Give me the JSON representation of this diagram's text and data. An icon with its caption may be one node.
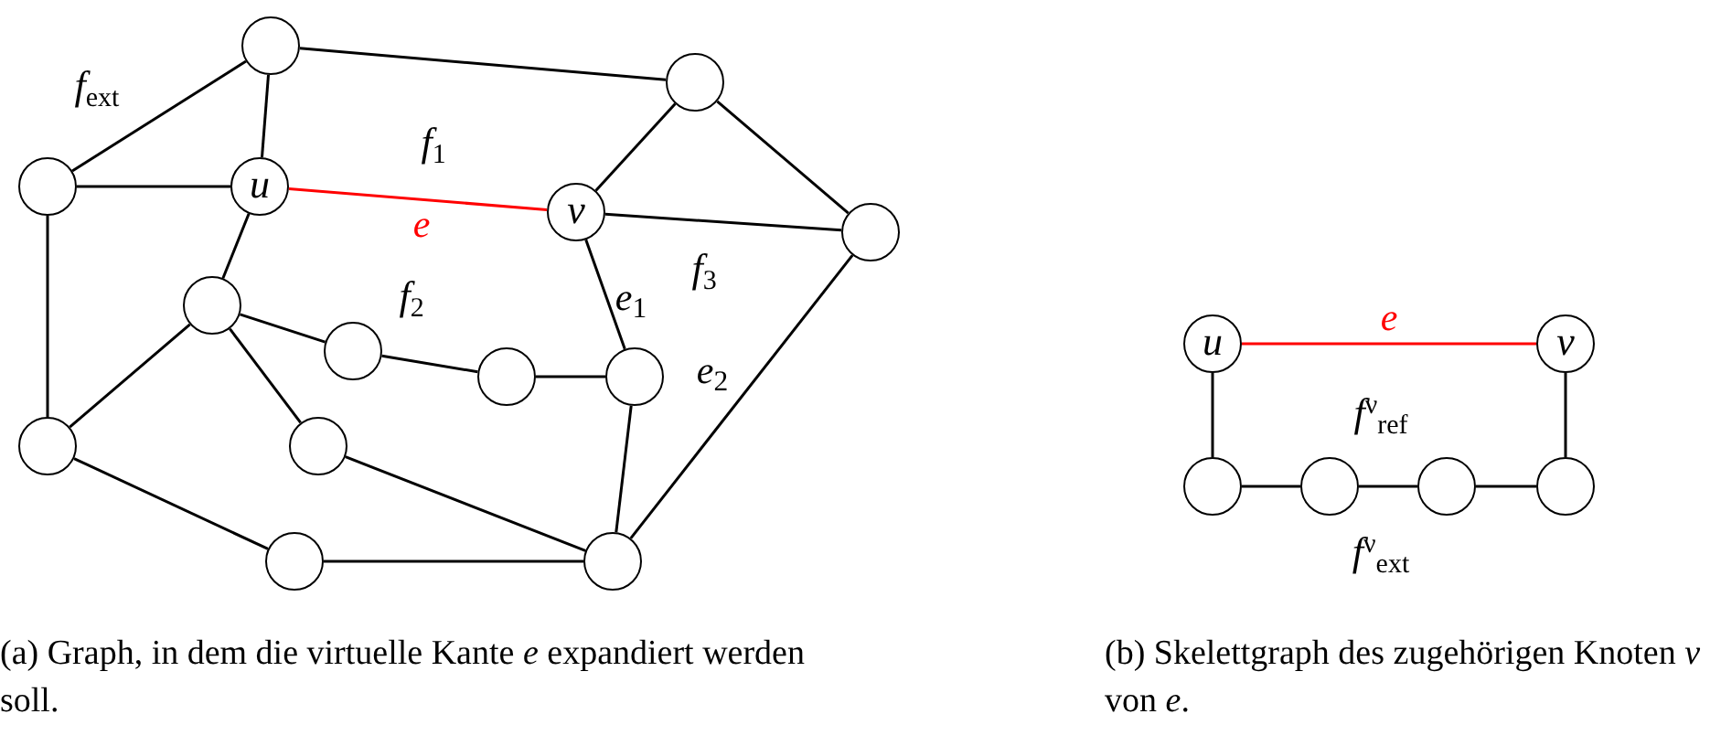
{
  "diagram": {
    "nodes": [
      {
        "text": [],
        "shape": "circle"
      },
      {
        "text": [],
        "shape": "circle"
      },
      {
        "text": [],
        "shape": "circle"
      },
      {
        "text": [
          "u"
        ]
      },
      {
        "text": [
          "v"
        ]
      },
      {
        "text": [],
        "shape": "circle"
      },
      {
        "text": [],
        "shape": "circle"
      },
      {
        "text": [],
        "shape": "circle"
      },
      {
        "text": [],
        "shape": "circle"
      },
      {
        "text": [],
        "shape": "circle"
      },
      {
        "text": [],
        "shape": "circle"
      },
      {
        "text": [],
        "shape": "circle"
      },
      {
        "text": [],
        "shape": "circle"
      },
      {
        "text": [],
        "shape": "circle"
      },
      {
        "text": [
          "u"
        ]
      },
      {
        "text": [
          "v"
        ]
      },
      {
        "text": [],
        "shape": "circle"
      },
      {
        "text": [],
        "shape": "circle"
      },
      {
        "text": [],
        "shape": "circle"
      },
      {
        "text": [],
        "shape": "circle"
      }
    ],
    "edges": [
      {
        "from": 0,
        "to": 1,
        "arrow": "none"
      },
      {
        "from": 0,
        "to": 2,
        "arrow": "none"
      },
      {
        "from": 0,
        "to": 3,
        "arrow": "none"
      },
      {
        "from": 2,
        "to": 3,
        "arrow": "none"
      },
      {
        "from": 3,
        "to": 4,
        "arrow": "none",
        "label": "e",
        "color": "#ff0000"
      },
      {
        "from": 1,
        "to": 4,
        "arrow": "none"
      },
      {
        "from": 1,
        "to": 5,
        "arrow": "none"
      },
      {
        "from": 4,
        "to": 5,
        "arrow": "none"
      },
      {
        "from": 3,
        "to": 6,
        "arrow": "none"
      },
      {
        "from": 4,
        "to": 9,
        "arrow": "none",
        "label": "*e*$_{1}$"
      },
      {
        "from": 5,
        "to": 13,
        "arrow": "none",
        "label": "*e*$_{2}$"
      },
      {
        "from": 6,
        "to": 7,
        "arrow": "none"
      },
      {
        "from": 7,
        "to": 8,
        "arrow": "none"
      },
      {
        "from": 8,
        "to": 9,
        "arrow": "none"
      },
      {
        "from": 6,
        "to": 10,
        "arrow": "none"
      },
      {
        "from": 6,
        "to": 11,
        "arrow": "none"
      },
      {
        "from": 2,
        "to": 10,
        "arrow": "none"
      },
      {
        "from": 10,
        "to": 12,
        "arrow": "none"
      },
      {
        "from": 11,
        "to": 13,
        "arrow": "none"
      },
      {
        "from": 9,
        "to": 13,
        "arrow": "none"
      },
      {
        "from": 12,
        "to": 13,
        "arrow": "none"
      },
      {
        "from": 14,
        "to": 15,
        "arrow": "none",
        "label": "e",
        "color": "#ff0000"
      },
      {
        "from": 14,
        "to": 16,
        "arrow": "none"
      },
      {
        "from": 15,
        "to": 19,
        "arrow": "none"
      },
      {
        "from": 16,
        "to": 17,
        "arrow": "none"
      },
      {
        "from": 17,
        "to": 18,
        "arrow": "none"
      },
      {
        "from": 18,
        "to": 19,
        "arrow": "none"
      }
    ],
    "labels": [
      "*f*$_{ext}$",
      "*f*$_{1}$",
      "*f*$_{2}$",
      "*f*$_{3}$",
      "*f*$^{ν}$$_{ref}$",
      "*f*$^{ν}$$_{ext}$",
      "(a) Graph, in dem die virtuelle Kante *e* expandiert werden soll.",
      "(b) Skelettgraph des zugehörigen Knoten *ν* von *e*."
    ]
  }
}
